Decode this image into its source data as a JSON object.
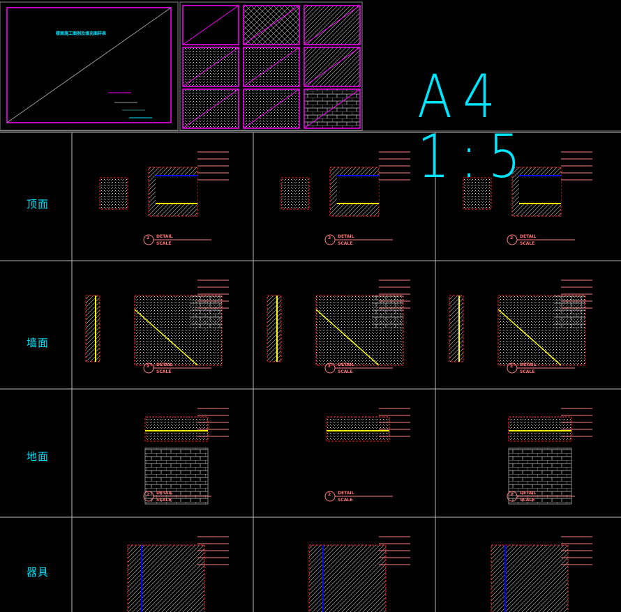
{
  "title_block": {
    "title": "楼面施工图例及填充图样表"
  },
  "scale_label": "A4  1:5",
  "row_labels": [
    "顶面",
    "墙面",
    "地面",
    "器具"
  ],
  "detail": {
    "number": "2",
    "detail_label": "DETAIL",
    "scale_label": "SCALE"
  },
  "colors": {
    "cyan": "#00e5ff",
    "magenta": "#ff00ff",
    "red": "#ff2020",
    "pink": "#ff8080",
    "yellow": "#ffff00",
    "blue": "#0000ff",
    "grid": "#ffffff"
  }
}
